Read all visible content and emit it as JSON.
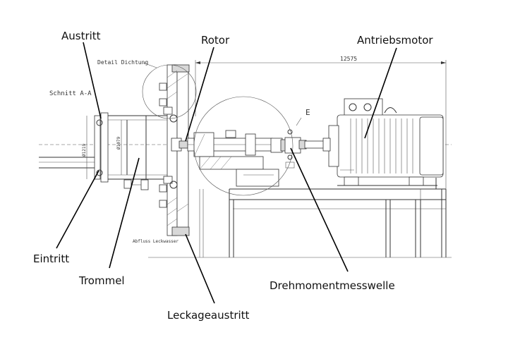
{
  "labels": {
    "austritt": "Austritt",
    "rotor": "Rotor",
    "antriebsmotor": "Antriebsmotor",
    "eintritt": "Eintritt",
    "trommel": "Trommel",
    "drehmomentmesswelle": "Drehmomentmesswelle",
    "leckageaustritt": "Leckageaustritt"
  },
  "drawing_text": {
    "detail_dichtung": "Detail Dichtung",
    "schnitt": "Schnitt A-A",
    "dim_length": "12575",
    "detail_e": "E",
    "dia_outer": "Ø1219",
    "dia_inner": "Ø1079",
    "abfluss": "Abfluss Leckwasser"
  }
}
